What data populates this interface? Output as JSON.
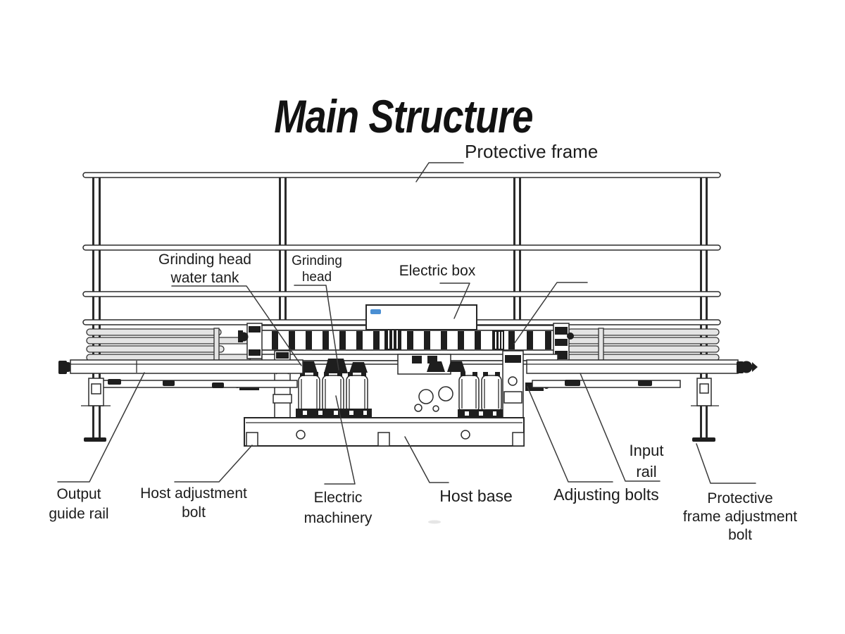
{
  "diagram": {
    "title": "Main Structure",
    "part_labels": [
      {
        "id": "protective-frame",
        "lines": [
          "Protective frame"
        ]
      },
      {
        "id": "grinding-head-water-tank",
        "lines": [
          "Grinding head",
          "water tank"
        ]
      },
      {
        "id": "grinding-head",
        "lines": [
          "Grinding",
          "head"
        ]
      },
      {
        "id": "electric-box",
        "lines": [
          "Electric box"
        ]
      },
      {
        "id": "output-guide-rail",
        "lines": [
          "Output",
          "guide rail"
        ]
      },
      {
        "id": "host-adjustment-bolt",
        "lines": [
          "Host adjustment",
          "bolt"
        ]
      },
      {
        "id": "electric-machinery",
        "lines": [
          "Electric",
          "machinery"
        ]
      },
      {
        "id": "host-base",
        "lines": [
          "Host base"
        ]
      },
      {
        "id": "adjusting-bolts",
        "lines": [
          "Adjusting bolts"
        ]
      },
      {
        "id": "input-rail",
        "lines": [
          "Input",
          "rail"
        ]
      },
      {
        "id": "protective-frame-adjustment-bolt",
        "lines": [
          "Protective",
          "frame adjustment",
          "bolt"
        ]
      }
    ],
    "colors": {
      "line": "#2b2b2b",
      "text": "#1c1c1c",
      "logo_blue": "#4a8fd3",
      "background": "#ffffff"
    }
  }
}
